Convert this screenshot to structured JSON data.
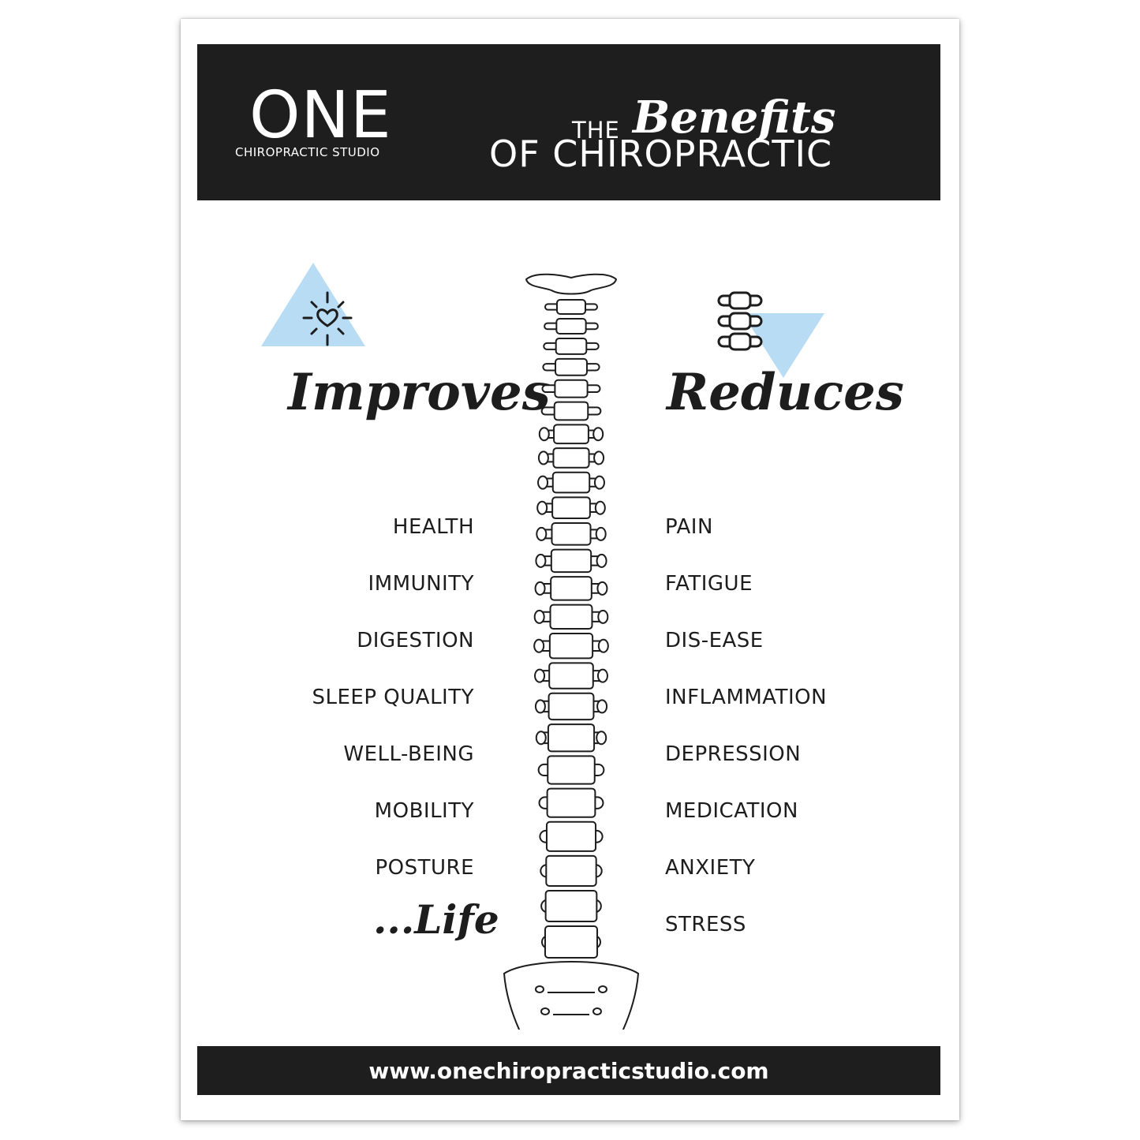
{
  "header": {
    "logo_mark": "ONE",
    "logo_sub": "CHIROPRACTIC STUDIO",
    "title_the": "THE",
    "title_benefits": "Benefits",
    "title_main": "OF CHIROPRACTIC"
  },
  "improves": {
    "heading": "Improves",
    "items": [
      "HEALTH",
      "IMMUNITY",
      "DIGESTION",
      "SLEEP QUALITY",
      "WELL-BEING",
      "MOBILITY",
      "POSTURE"
    ],
    "closing": "...Life",
    "icon": "sun-heart-icon"
  },
  "reduces": {
    "heading": "Reduces",
    "items": [
      "PAIN",
      "FATIGUE",
      "DIS-EASE",
      "INFLAMMATION",
      "DEPRESSION",
      "MEDICATION",
      "ANXIETY",
      "STRESS"
    ],
    "icon": "vertebrae-icon"
  },
  "footer": {
    "url": "www.onechiropracticstudio.com"
  },
  "colors": {
    "header_bg": "#1f1e1e",
    "accent_blue": "#b7dcf3",
    "text": "#1d1d1d"
  }
}
